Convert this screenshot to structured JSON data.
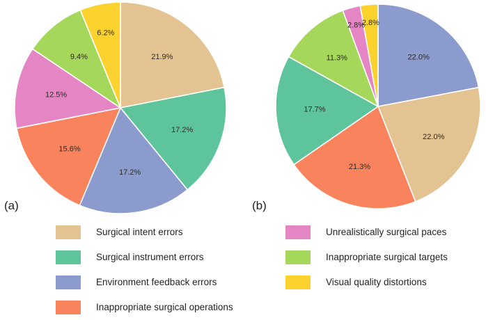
{
  "figure": {
    "panels": [
      {
        "id": "a",
        "caption": "(a)"
      },
      {
        "id": "b",
        "caption": "(b)"
      }
    ]
  },
  "legend": {
    "position": "bottom",
    "columns": [
      {
        "items": [
          {
            "label": "Surgical intent errors",
            "color": "#e3c391"
          },
          {
            "label": "Surgical instrument errors",
            "color": "#5ec49b"
          },
          {
            "label": "Environment feedback errors",
            "color": "#8c9bce"
          },
          {
            "label": "Inappropriate surgical operations",
            "color": "#f9835c"
          }
        ]
      },
      {
        "items": [
          {
            "label": "Unrealistically surgical paces",
            "color": "#e586c4"
          },
          {
            "label": "Inappropriate surgical targets",
            "color": "#a5d75a"
          },
          {
            "label": "Visual quality distortions",
            "color": "#fcd22e"
          }
        ]
      }
    ]
  },
  "chart_data": [
    {
      "type": "pie",
      "title": "(a)",
      "xlabel": "",
      "ylabel": "",
      "start_angle_deg": 90,
      "direction": "clockwise",
      "center": [
        173,
        155
      ],
      "radius": 152,
      "label_format": "percent-one-decimal",
      "categories": [
        "Surgical intent errors",
        "Surgical instrument errors",
        "Environment feedback errors",
        "Inappropriate surgical operations",
        "Unrealistically surgical paces",
        "Inappropriate surgical targets",
        "Visual quality distortions"
      ],
      "values": [
        21.9,
        17.2,
        17.2,
        15.6,
        12.5,
        9.4,
        6.2
      ],
      "labels": [
        "21.9%",
        "17.2%",
        "17.2%",
        "15.6%",
        "12.5%",
        "9.4%",
        "6.2%"
      ],
      "colors": [
        "#e3c391",
        "#5ec49b",
        "#8c9bce",
        "#f9835c",
        "#e586c4",
        "#a5d75a",
        "#fcd22e"
      ],
      "label_radius_frac": [
        0.62,
        0.62,
        0.62,
        0.62,
        0.62,
        0.62,
        0.72
      ]
    },
    {
      "type": "pie",
      "title": "(b)",
      "xlabel": "",
      "ylabel": "",
      "start_angle_deg": 90,
      "direction": "clockwise",
      "center": [
        194,
        153
      ],
      "radius": 147,
      "label_format": "percent-one-decimal",
      "categories": [
        "Environment feedback errors",
        "Surgical intent errors",
        "Inappropriate surgical operations",
        "Surgical instrument errors",
        "Inappropriate surgical targets",
        "Unrealistically surgical paces",
        "Visual quality distortions"
      ],
      "values": [
        22.0,
        22.0,
        21.3,
        17.7,
        11.3,
        2.8,
        2.8
      ],
      "labels": [
        "22.0%",
        "22.0%",
        "21.3%",
        "17.7%",
        "11.3%",
        "2.8%",
        "2.8%"
      ],
      "colors": [
        "#8c9bce",
        "#e3c391",
        "#f9835c",
        "#5ec49b",
        "#a5d75a",
        "#e586c4",
        "#fcd22e"
      ],
      "label_radius_frac": [
        0.62,
        0.62,
        0.62,
        0.62,
        0.62,
        0.82,
        0.82
      ]
    }
  ]
}
